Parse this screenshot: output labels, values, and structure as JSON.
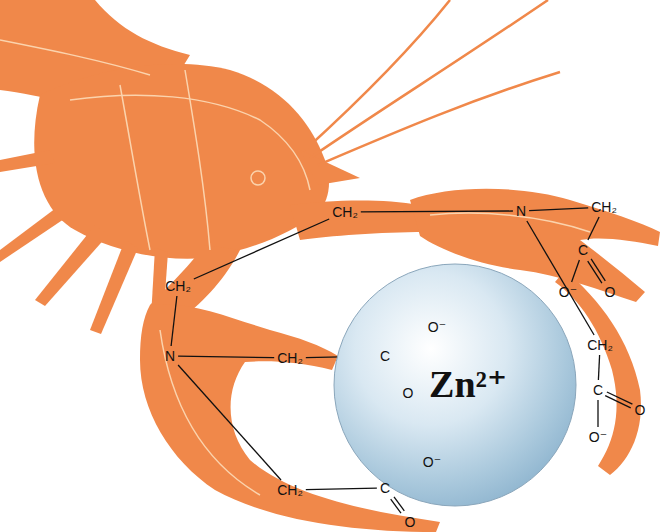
{
  "diagram": {
    "nodes": [
      {
        "text": [
          "Zn²⁺"
        ]
      }
    ],
    "labels": [
      "CH₂",
      "N",
      "CH₂",
      "C",
      "O⁻",
      "O",
      "CH₂",
      "C",
      "O",
      "O⁻",
      "CH₂",
      "N",
      "CH₂",
      "C",
      "O⁻",
      "O",
      "CH₂",
      "C",
      "O⁻",
      "O"
    ]
  }
}
